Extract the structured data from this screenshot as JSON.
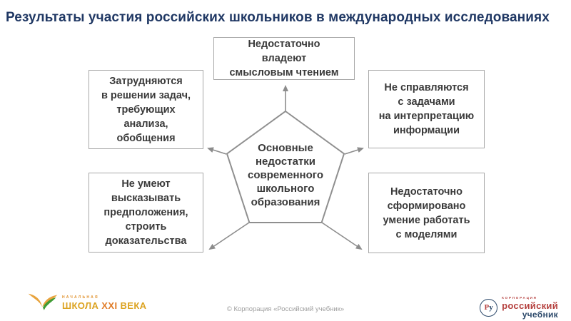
{
  "title": "Результаты участия российских школьников в международных исследованиях",
  "colors": {
    "title_text": "#203864",
    "box_border": "#a8a8a8",
    "box_text": "#3a3a3a",
    "arrow": "#8c8c8c",
    "logo_gold": "#dca321",
    "logo_orange": "#e07b27",
    "logo_green": "#3f9c35",
    "logo_red": "#b5413f",
    "logo_navy": "#2d4a6b",
    "footer_text": "#a0a0a0"
  },
  "pentagon": {
    "lines": [
      "Основные",
      "недостатки",
      "современного",
      "школьного",
      "образования"
    ]
  },
  "boxes": [
    {
      "id": "reading",
      "lines": [
        "Недостаточно",
        "владеют",
        "смысловым чтением"
      ]
    },
    {
      "id": "analysis",
      "lines": [
        "Затрудняются",
        "в решении задач,",
        "требующих",
        "анализа,",
        "обобщения"
      ]
    },
    {
      "id": "interpretation",
      "lines": [
        "Не справляются",
        "с задачами",
        "на интерпретацию",
        "информации"
      ]
    },
    {
      "id": "hypotheses",
      "lines": [
        "Не умеют",
        "высказывать",
        "предположения,",
        "строить",
        "доказательства"
      ]
    },
    {
      "id": "models",
      "lines": [
        "Недостаточно",
        "сформировано",
        "умение работать",
        "с моделями"
      ]
    }
  ],
  "footer": {
    "copyright": "© Корпорация «Российский учебник»",
    "left_logo": {
      "tiny": "НАЧАЛЬНАЯ",
      "word_school": "ШКОЛА",
      "word_xxi": " XXI ",
      "word_century": "ВЕКА"
    },
    "right_logo": {
      "monogram_r": "Р",
      "monogram_u": "у",
      "tiny": "КОРПОРАЦИЯ",
      "line1": "российский",
      "line2": "учебник"
    }
  }
}
